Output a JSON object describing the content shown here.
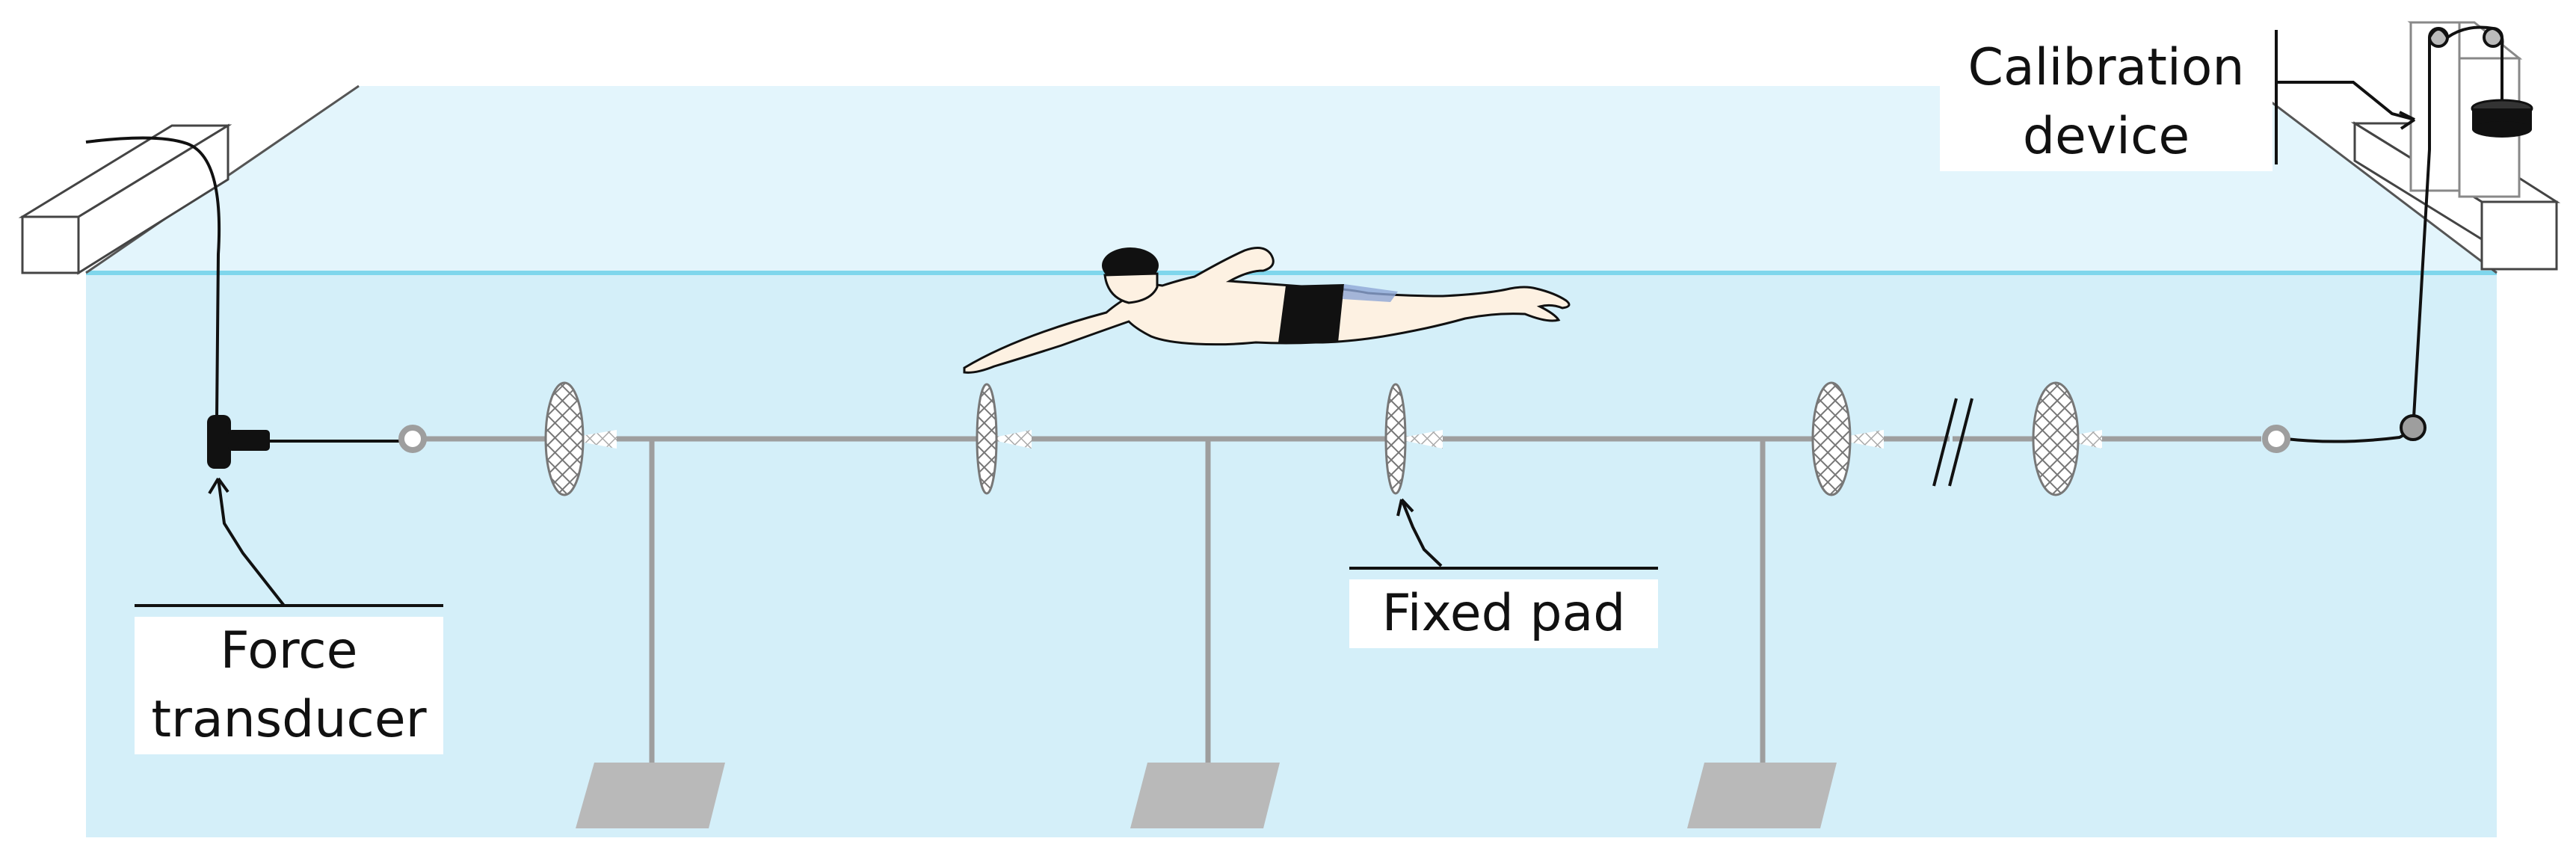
{
  "labels": {
    "force_transducer": [
      "Force",
      "transducer"
    ],
    "fixed_pad": "Fixed pad",
    "calibration_device": [
      "Calibration",
      "device"
    ]
  },
  "colors": {
    "pool_above_water": "#e3f5fc",
    "pool_water": "#d4eff9",
    "water_line": "#7fd6ec",
    "rod": "#9e9e9e",
    "base_plate": "#b9b9b9",
    "pad": "#8a8a8a",
    "cable": "#111111",
    "swimmer_skin": "#fdf1e2",
    "swim_trunks": "#111111"
  },
  "icons": {
    "swimmer": "swimmer-figure",
    "force_transducer": "force-transducer-icon",
    "calibration_device": "pulley-weight-icon",
    "fixed_pad": "mesh-pad-icon",
    "break_mark": "axis-break-icon"
  }
}
